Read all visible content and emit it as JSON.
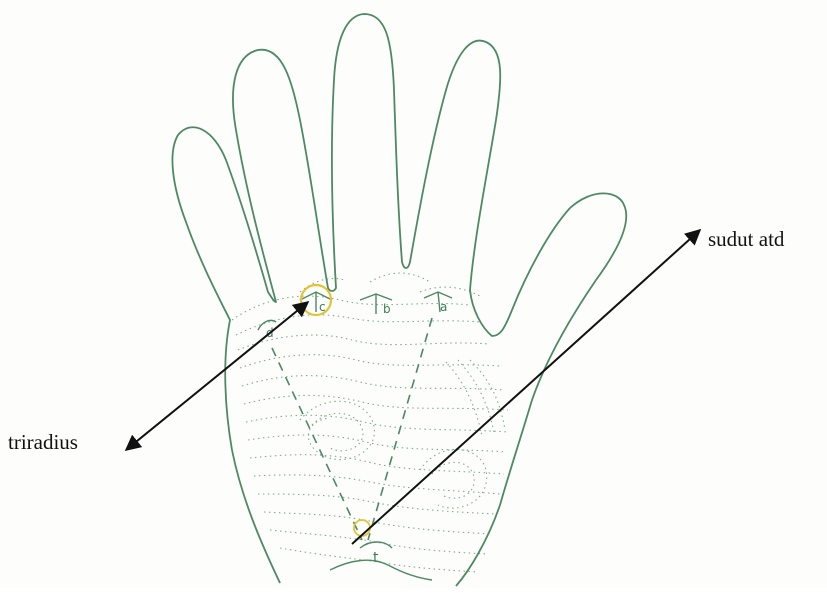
{
  "labels": {
    "triradius": "triradius",
    "sudut_atd": "sudut atd"
  },
  "triradii": {
    "a": "a",
    "b": "b",
    "c": "c",
    "d": "d",
    "t": "t"
  },
  "colors": {
    "outline": "#4d8a63",
    "ridges": "#5e9a72",
    "highlight": "#e3c33a",
    "arrow": "#111111",
    "background": "#fdfdfb"
  }
}
